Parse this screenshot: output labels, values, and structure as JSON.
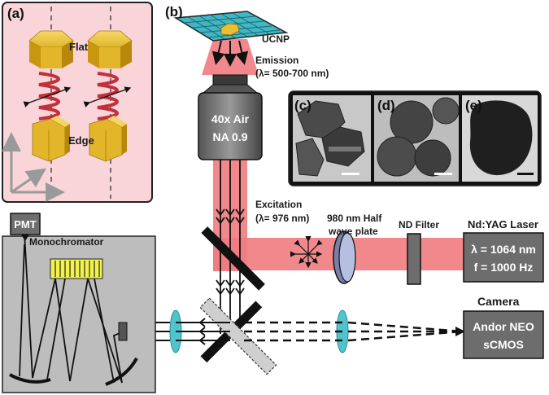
{
  "panels": {
    "a": "(a)",
    "b": "(b)",
    "c": "(c)",
    "d": "(d)",
    "e": "(e)"
  },
  "panel_a": {
    "flat_label": "Flat",
    "edge_label": "Edge"
  },
  "sample_label": "UCNP",
  "emission": {
    "line1": "Emission",
    "line2": "(λ= 500-700 nm)"
  },
  "objective": {
    "line1": "40x Air",
    "line2": "NA 0.9"
  },
  "excitation": {
    "line1": "Excitation",
    "line2": "(λ= 976 nm)"
  },
  "half_wave_plate": {
    "line1": "980 nm Half",
    "line2": "wave plate"
  },
  "nd_filter": "ND Filter",
  "laser": {
    "title": "Nd:YAG Laser",
    "line1": "λ = 1064 nm",
    "line2": "f = 1000 Hz"
  },
  "pmt": "PMT",
  "monochromator": "Monochromator",
  "camera": {
    "title": "Camera",
    "line1": "Andor NEO",
    "line2": "sCMOS"
  },
  "colors": {
    "beam": "#f07c80",
    "panel_a_bg": "#f9d4d8",
    "mono_bg": "#bdbdbd",
    "grid": "#3fb8c6",
    "lens": "#4fc4cc",
    "crystal": "#e0b62a",
    "spring": "#c0303a",
    "grating": "#f2f24a"
  }
}
